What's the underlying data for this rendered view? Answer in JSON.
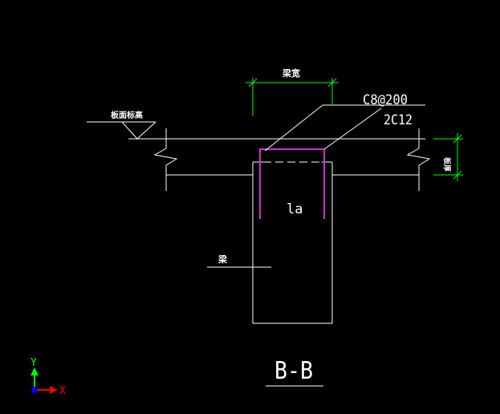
{
  "drawing": {
    "section_title": "B-B",
    "labels": {
      "beam_width": "梁宽",
      "slab_top_elevation": "板面标高",
      "stirrup_spec": "C8@200",
      "bar_spec": "2C12",
      "anchorage": "la",
      "beam": "梁",
      "slab_thickness": "板厚"
    }
  },
  "ucs_icon": {
    "y_axis_label": "Y",
    "x_axis_label": "X"
  },
  "colors": {
    "background": "#000000",
    "geometry": "#ffffff",
    "dimension": "#00ff00",
    "rebar": "#cc33cc",
    "ucs_y": "#00ff00",
    "ucs_x": "#ff0000",
    "ucs_origin": "#0000ff"
  }
}
